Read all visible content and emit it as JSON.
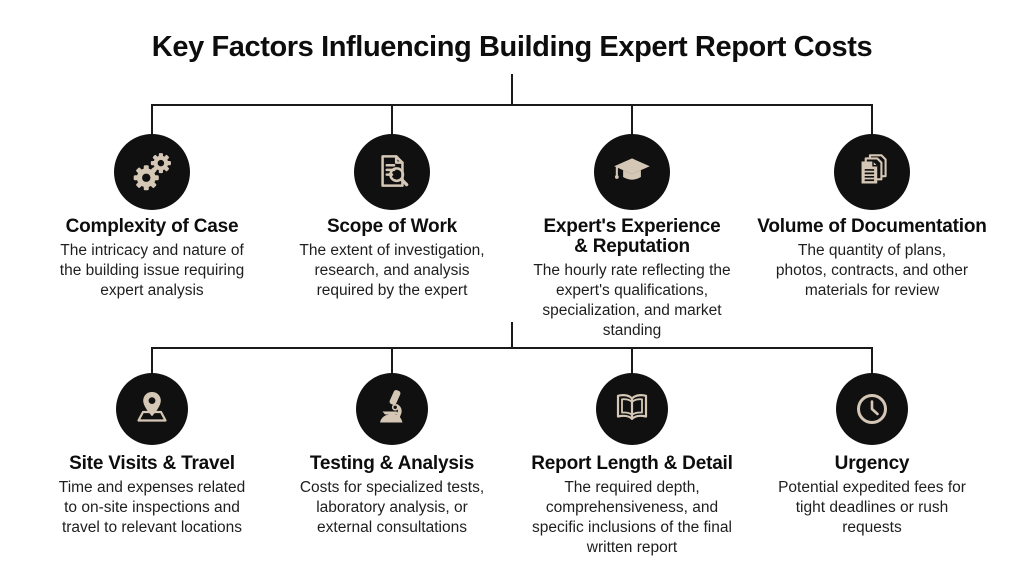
{
  "title": "Key Factors Influencing Building Expert Report Costs",
  "colors": {
    "background": "#ffffff",
    "circle": "#101010",
    "icon_glyph": "#d5c7b6",
    "text": "#111111",
    "connector_line": "#1a1a1a"
  },
  "factors": [
    {
      "icon": "gears-icon",
      "title": "Complexity of Case",
      "description": "The intricacy and nature of\nthe building issue requiring\nexpert analysis"
    },
    {
      "icon": "document-search-icon",
      "title": "Scope of Work",
      "description": "The extent of investigation,\nresearch, and analysis\nrequired by the expert"
    },
    {
      "icon": "graduation-cap-icon",
      "title": "Expert's Experience\n& Reputation",
      "description": "The hourly rate reflecting the\nexpert's qualifications,\nspecialization, and market\nstanding"
    },
    {
      "icon": "documents-stack-icon",
      "title": "Volume of Documentation",
      "description": "The quantity of plans,\nphotos, contracts, and other\nmaterials for review"
    },
    {
      "icon": "map-pin-icon",
      "title": "Site Visits & Travel",
      "description": "Time and expenses related\nto on-site inspections and\ntravel to relevant locations"
    },
    {
      "icon": "microscope-icon",
      "title": "Testing & Analysis",
      "description": "Costs for specialized tests,\nlaboratory analysis, or\nexternal consultations"
    },
    {
      "icon": "open-book-icon",
      "title": "Report Length & Detail",
      "description": "The required depth,\ncomprehensiveness, and\nspecific inclusions of the final\nwritten report"
    },
    {
      "icon": "clock-icon",
      "title": "Urgency",
      "description": "Potential expedited fees for\ntight deadlines or rush\nrequests"
    }
  ]
}
